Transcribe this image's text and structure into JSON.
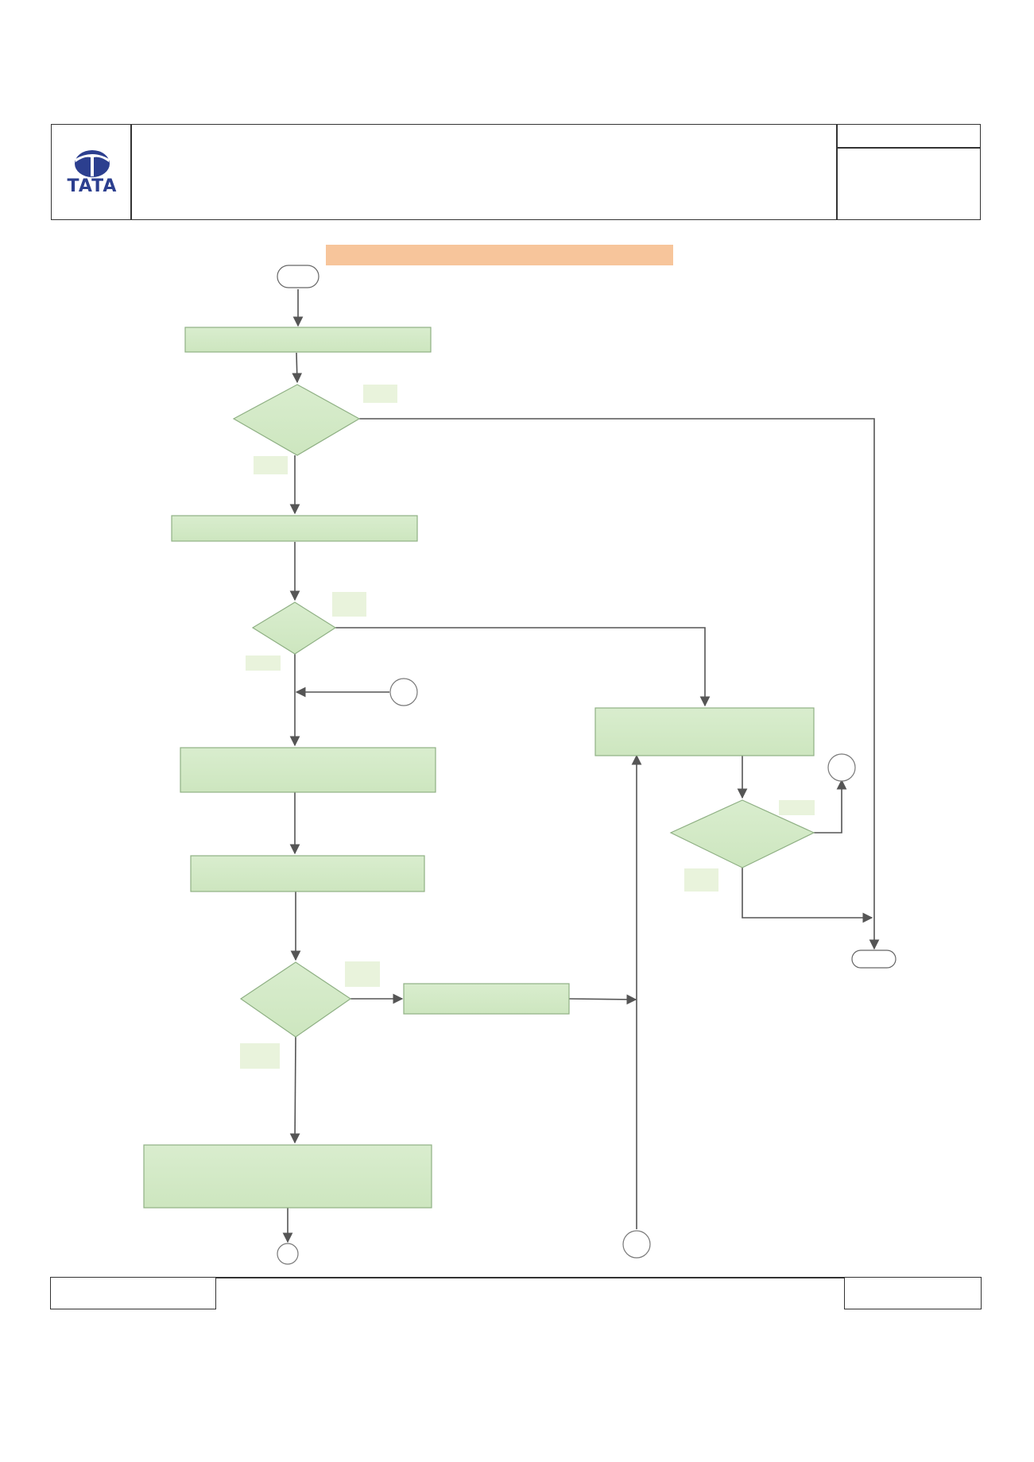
{
  "brand": {
    "logo_text": "TATA",
    "logo_icon": "tata-logo-icon",
    "logo_color": "#2c3f8f"
  },
  "colors": {
    "process_fill": "#d5ebc9",
    "process_stroke": "#8fb084",
    "title_bar": "#f7c59b",
    "label_fill": "#e9f3dc",
    "connector_fill": "#ffffff",
    "line": "#555555"
  },
  "diagram": {
    "nodes": [
      {
        "id": "start",
        "kind": "terminator",
        "text": ""
      },
      {
        "id": "p1",
        "kind": "process",
        "text": ""
      },
      {
        "id": "d1",
        "kind": "decision",
        "text": ""
      },
      {
        "id": "p2",
        "kind": "process",
        "text": ""
      },
      {
        "id": "d2",
        "kind": "decision",
        "text": ""
      },
      {
        "id": "c1",
        "kind": "connector",
        "text": ""
      },
      {
        "id": "p3",
        "kind": "process",
        "text": ""
      },
      {
        "id": "p4",
        "kind": "process",
        "text": ""
      },
      {
        "id": "d3",
        "kind": "decision",
        "text": ""
      },
      {
        "id": "p5",
        "kind": "process",
        "text": ""
      },
      {
        "id": "p6",
        "kind": "process",
        "text": ""
      },
      {
        "id": "c2",
        "kind": "connector",
        "text": ""
      },
      {
        "id": "pR",
        "kind": "process",
        "text": ""
      },
      {
        "id": "dR",
        "kind": "decision",
        "text": ""
      },
      {
        "id": "c3",
        "kind": "connector",
        "text": ""
      },
      {
        "id": "c4",
        "kind": "connector",
        "text": ""
      },
      {
        "id": "end",
        "kind": "terminator",
        "text": ""
      }
    ],
    "edges": [
      {
        "from": "start",
        "to": "p1",
        "label": ""
      },
      {
        "from": "p1",
        "to": "d1",
        "label": ""
      },
      {
        "from": "d1",
        "to": "p2",
        "label": ""
      },
      {
        "from": "d1",
        "to": "end",
        "label": ""
      },
      {
        "from": "p2",
        "to": "d2",
        "label": ""
      },
      {
        "from": "d2",
        "to": "p3",
        "label": ""
      },
      {
        "from": "d2",
        "to": "pR",
        "label": ""
      },
      {
        "from": "c1",
        "to": "p3",
        "label": ""
      },
      {
        "from": "p3",
        "to": "p4",
        "label": ""
      },
      {
        "from": "p4",
        "to": "d3",
        "label": ""
      },
      {
        "from": "d3",
        "to": "p5",
        "label": ""
      },
      {
        "from": "d3",
        "to": "p6",
        "label": ""
      },
      {
        "from": "p5",
        "to": "pR",
        "label": ""
      },
      {
        "from": "c4",
        "to": "pR",
        "label": ""
      },
      {
        "from": "p6",
        "to": "c2",
        "label": ""
      },
      {
        "from": "pR",
        "to": "dR",
        "label": ""
      },
      {
        "from": "dR",
        "to": "c3",
        "label": ""
      },
      {
        "from": "dR",
        "to": "end",
        "label": ""
      }
    ]
  }
}
